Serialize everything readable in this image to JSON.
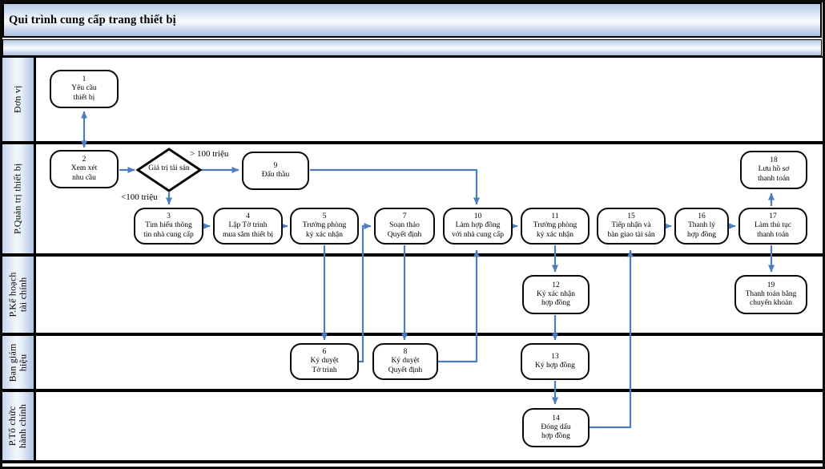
{
  "title": "Qui trình cung cấp trang thiết bị",
  "lanes": {
    "don_vi": "Đơn vị",
    "quan_tri_thiet_bi": "P.Quản trị thiết bị",
    "ke_hoach_tai_chinh": "P.Kế hoạch\ntài chính",
    "ban_giam_hieu": "Ban giám\nhiệu",
    "to_chuc_hanh_chinh": "P.Tổ chức\nhành chính"
  },
  "decision": {
    "label": "Giá trị tài sản",
    "branch_over_100": "> 100 triệu",
    "branch_under_100": "<100 triệu"
  },
  "nodes": {
    "n1": {
      "text": "1\nYêu cầu\nthiết bị"
    },
    "n2": {
      "text": "2\nXem xét\nnhu cầu"
    },
    "n3": {
      "text": "3\nTìm hiểu thông\ntin nhà cung cấp"
    },
    "n4": {
      "text": "4\nLập Tờ trình\nmua sắm thiết bị"
    },
    "n5": {
      "text": "5\nTrưởng phòng\nký xác nhận"
    },
    "n6": {
      "text": "6\nKý duyệt\nTờ trình"
    },
    "n7": {
      "text": "7\nSoạn thảo\nQuyết định"
    },
    "n8": {
      "text": "8\nKý duyệt\nQuyết định"
    },
    "n9": {
      "text": "9\nĐấu thầu"
    },
    "n10": {
      "text": "10\nLàm hợp đồng\nvới nhà cung cấp"
    },
    "n11": {
      "text": "11\nTrưởng phòng\nký xác nhận"
    },
    "n12": {
      "text": "12\nKý xác nhận\nhợp đồng"
    },
    "n13": {
      "text": "13\nKý hợp đồng"
    },
    "n14": {
      "text": "14\nĐóng dấu\nhợp đồng"
    },
    "n15": {
      "text": "15\nTiếp nhận và\nbàn giao tài sản"
    },
    "n16": {
      "text": "16\nThanh lý\nhợp đồng"
    },
    "n17": {
      "text": "17\nLàm thủ tục\nthanh toán"
    },
    "n18": {
      "text": "18\nLưu hồ sơ\nthanh toán"
    },
    "n19": {
      "text": "19\nThanh toán bằng\nchuyển khoản"
    }
  },
  "colors": {
    "arrow": "#4d7dbf",
    "node_border": "#0a0a0a",
    "lane_fill": "#bcd0ea"
  }
}
